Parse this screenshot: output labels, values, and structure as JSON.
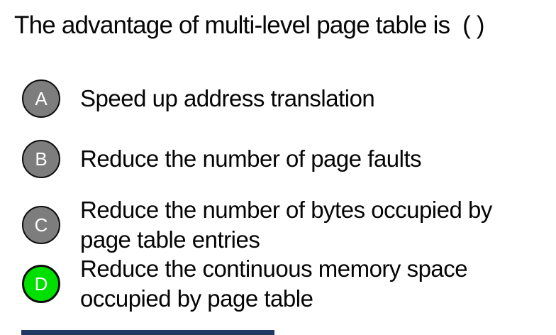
{
  "question": {
    "text": "The advantage of multi-level page table is  ( )"
  },
  "options": [
    {
      "letter": "A",
      "text": "Speed up address translation",
      "selected": false
    },
    {
      "letter": "B",
      "text": "Reduce the number of page faults",
      "selected": false
    },
    {
      "letter": "C",
      "text": "Reduce the number of bytes occupied by page table entries",
      "selected": false
    },
    {
      "letter": "D",
      "text": "Reduce the continuous memory space occupied by page table",
      "selected": true
    }
  ],
  "colors": {
    "background": "#ffffff",
    "text": "#060606",
    "option_default": "#7d7d7d",
    "option_selected": "#00e000",
    "circle_border": "#0d0d0d",
    "badge_letter": "#ffffff",
    "progress_bar": "#1f3864"
  }
}
